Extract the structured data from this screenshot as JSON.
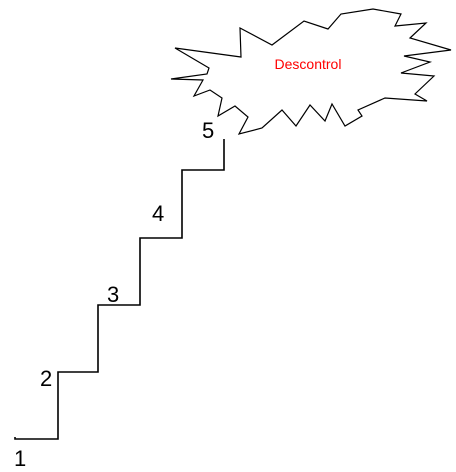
{
  "diagram": {
    "steps": [
      "1",
      "2",
      "3",
      "4",
      "5"
    ],
    "burst_label": "Descontrol",
    "burst_label_color": "#ff0000",
    "line_color": "#000000"
  }
}
